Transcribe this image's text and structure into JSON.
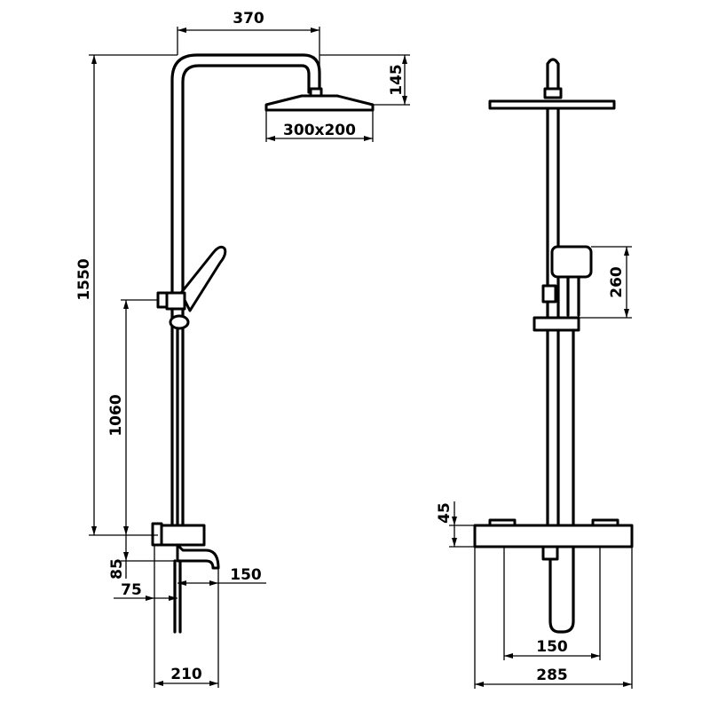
{
  "dimensions": {
    "d370": "370",
    "d145": "145",
    "d300x200": "300x200",
    "d1550": "1550",
    "d1060": "1060",
    "d85": "85",
    "d75": "75",
    "d150_side": "150",
    "d210": "210",
    "d260": "260",
    "d45": "45",
    "d150_front": "150",
    "d285": "285"
  }
}
